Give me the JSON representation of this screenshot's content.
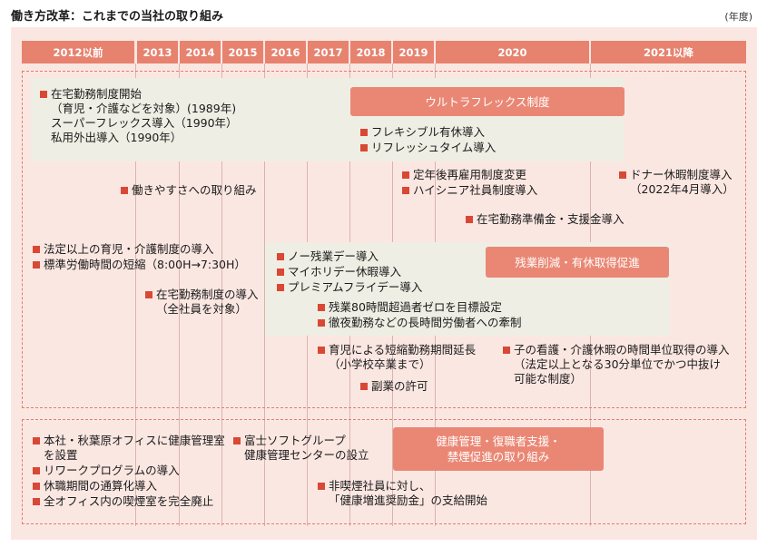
{
  "header": {
    "title": "働き方改革：これまでの当社の取り組み",
    "unit": "(年度)"
  },
  "years": [
    "2012以前",
    "2013",
    "2014",
    "2015",
    "2016",
    "2017",
    "2018",
    "2019",
    "2020",
    "2021以降"
  ],
  "colors": {
    "year_bar": "#e7826f",
    "pill": "#ea8774",
    "frame_bg": "#fbe7e2",
    "band_bg": "#efeee4",
    "bullet": "#d94834"
  },
  "pills": {
    "ultra_flex": "ウルトラフレックス制度",
    "overtime_reduction": "残業削減・有休取得促進",
    "health_l1": "健康管理・復職者支援・",
    "health_l2": "禁煙促進の取り組み"
  },
  "items": {
    "remote_l1": "在宅勤務制度開始",
    "remote_l2": "（育児・介護などを対象）(1989年)",
    "remote_l3": "スーパーフレックス導入（1990年）",
    "remote_l4": "私用外出導入（1990年）",
    "flexible_leave": "フレキシブル有休導入",
    "refresh_time": "リフレッシュタイム導入",
    "reemployment": "定年後再雇用制度変更",
    "high_senior": "ハイシニア社員制度導入",
    "donor_l1": "ドナー休暇制度導入",
    "donor_l2": "（2022年4月導入）",
    "easy_work": "働きやすさへの取り組み",
    "remote_allowance": "在宅勤務準備金・支援金導入",
    "childcare_statutory": "法定以上の育児・介護制度の導入",
    "hours_shortening": "標準労働時間の短縮（8:00H→7:30H）",
    "remote_all_l1": "在宅勤務制度の導入",
    "remote_all_l2": "（全社員を対象）",
    "no_overtime": "ノー残業デー導入",
    "my_holiday": "マイホリデー休暇導入",
    "premium_friday": "プレミアムフライデー導入",
    "overtime80": "残業80時間超過者ゼロを目標設定",
    "late_night": "徹夜勤務などの長時間労働者への牽制",
    "short_hours_l1": "育児による短縮勤務期間延長",
    "short_hours_l2": "（小学校卒業まで）",
    "side_job": "副業の許可",
    "nursing_hourly_l1": "子の看護・介護休暇の時間単位取得の導入",
    "nursing_hourly_l2": "（法定以上となる30分単位でかつ中抜け",
    "nursing_hourly_l3": "可能な制度）",
    "health_room_l1": "本社・秋葉原オフィスに健康管理室",
    "health_room_l2": "を設置",
    "rework": "リワークプログラムの導入",
    "leave_sum": "休職期間の通算化導入",
    "smoking_ban": "全オフィス内の喫煙室を完全廃止",
    "health_center_l1": "富士ソフトグループ",
    "health_center_l2": "健康管理センターの設立",
    "nonsmoker_l1": "非喫煙社員に対し、",
    "nonsmoker_l2": "「健康増進奨励金」の支給開始"
  }
}
